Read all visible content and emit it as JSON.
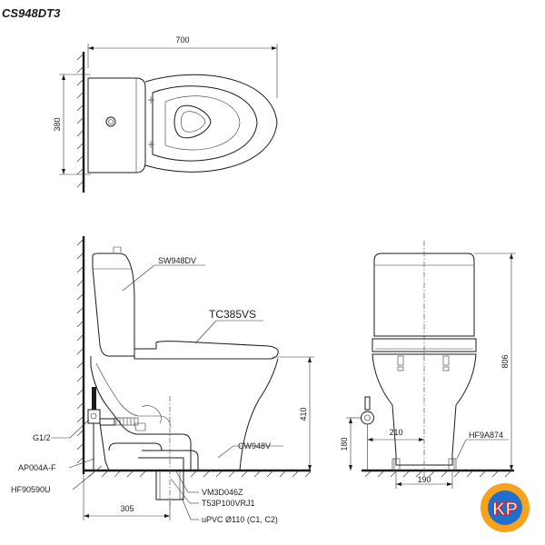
{
  "title": "CS948DT3",
  "top_view": {
    "dim_width": "700",
    "dim_depth": "380"
  },
  "side_view": {
    "labels": {
      "tank": "SW948DV",
      "seat": "TC385VS",
      "inlet": "G1/2",
      "angle_valve": "AP004A-F",
      "hose": "HF90590U",
      "bowl": "CW948V",
      "flange": "VM3D046Z",
      "connector": "T53P100VRJ1",
      "pipe": "uPVC Ø110 (C1, C2)"
    },
    "dim_height_inlet": "410",
    "dim_rough_in": "305"
  },
  "front_view": {
    "dim_total_height": "806",
    "dim_inlet_offset": "210",
    "dim_inlet_height": "180",
    "dim_bolt_spacing": "190",
    "label_bolt": "HF9A874"
  },
  "logo": {
    "text": "KP",
    "colors": {
      "ring": "#f7a21b",
      "inner": "#1f6fd1",
      "text_fill": "#ffffff",
      "text_stroke": "#d9261c"
    }
  }
}
